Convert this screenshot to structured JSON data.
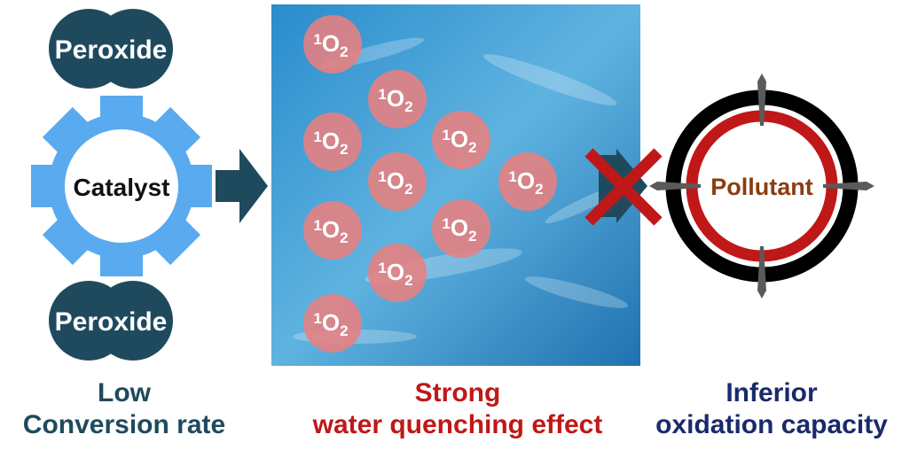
{
  "colors": {
    "dark_teal": "#1f4a5e",
    "gear_blue": "#5aaaf0",
    "red": "#c01818",
    "navy": "#1a2a6c",
    "brown": "#8b3d12",
    "singlet_fill": "#e88080"
  },
  "left": {
    "peroxide_top": "Peroxide",
    "peroxide_bottom": "Peroxide",
    "catalyst": "Catalyst",
    "caption_line1": "Low",
    "caption_line2": "Conversion rate"
  },
  "middle": {
    "species_main": "1O",
    "species_sup": "1",
    "species_letter": "O",
    "species_sub": "2",
    "singlet_count": 10,
    "caption_line1": "Strong",
    "caption_line2": "water quenching effect"
  },
  "right": {
    "target": "Pollutant",
    "caption_line1": "Inferior",
    "caption_line2": "oxidation capacity"
  }
}
